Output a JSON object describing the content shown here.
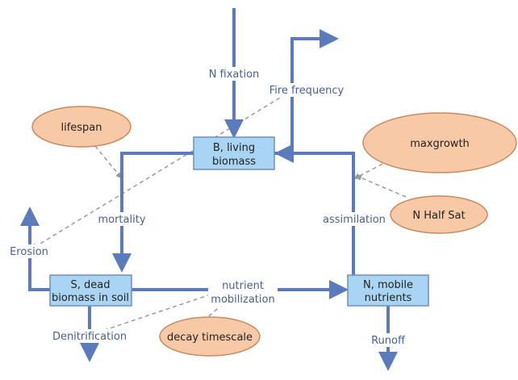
{
  "diagram": {
    "stocks": {
      "biomass": [
        "B, living",
        "biomass"
      ],
      "soil": [
        "S, dead",
        "biomass in soil"
      ],
      "nutrients": [
        "N, mobile",
        "nutrients"
      ]
    },
    "flows": {
      "n_fixation": "N fixation",
      "fire_frequency": "Fire frequency",
      "mortality": "mortality",
      "assimilation": "assimilation",
      "erosion": "Erosion",
      "nutrient_mobilization": [
        "nutrient",
        "mobilization"
      ],
      "denitrification": "Denitrification",
      "runoff": "Runoff"
    },
    "parameters": {
      "lifespan": "lifespan",
      "maxgrowth": "maxgrowth",
      "n_half_sat": "N Half Sat",
      "decay_timescale": "decay timescale"
    }
  },
  "colors": {
    "flow": "#5b7bbd",
    "stock_fill": "#a9d4f2",
    "parameter_fill": "#f8c9a6",
    "info_link": "#9a9a9a"
  }
}
